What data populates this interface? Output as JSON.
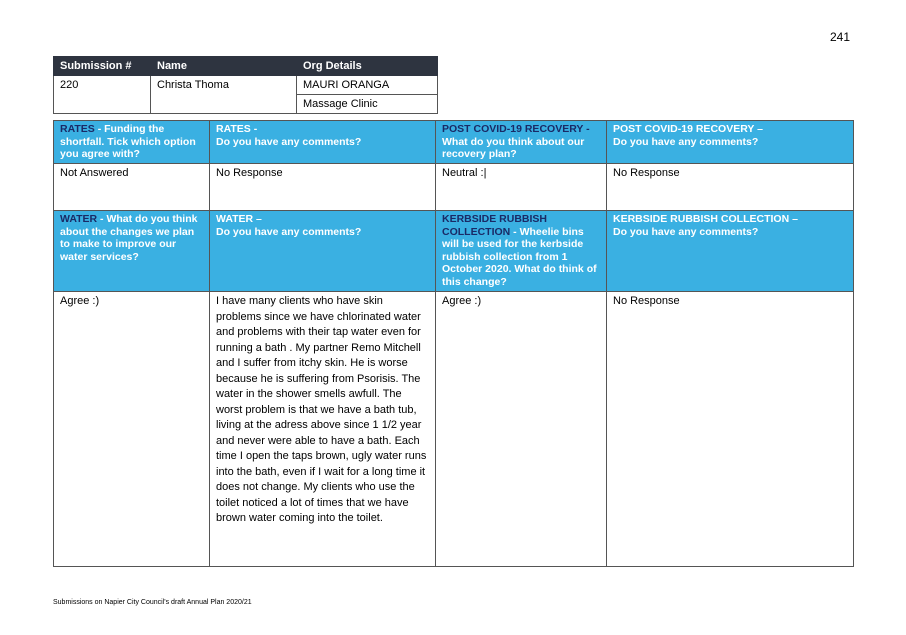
{
  "page_number": "241",
  "submission": {
    "headers": [
      "Submission #",
      "Name",
      "Org Details"
    ],
    "number": "220",
    "name": "Christa Thoma",
    "org_line1": "MAURI ORANGA",
    "org_line2": "Massage Clinic"
  },
  "questions": {
    "rates_fund_title": "RATES",
    "rates_fund_text": " - Funding the shortfall. Tick which option you agree with?",
    "rates_comment_title": "RATES -",
    "rates_comment_text": "Do you have any comments?",
    "covid_plan_title": "POST COVID-19 RECOVERY -",
    "covid_plan_text": "What do you think about our recovery plan?",
    "covid_comment_title": "POST COVID-19 RECOVERY –",
    "covid_comment_text": "Do you have any comments?",
    "water_plan_title": "WATER",
    "water_plan_text": " - What do you think about the changes we plan to make to improve our water services?",
    "water_comment_title": "WATER –",
    "water_comment_text": "Do you have any comments?",
    "kerb_plan_title": "KERBSIDE RUBBISH COLLECTION",
    "kerb_plan_text": " - Wheelie bins will be used for the kerbside rubbish collection from 1 October 2020. What do think of this change?",
    "kerb_comment_title": "KERBSIDE RUBBISH COLLECTION –",
    "kerb_comment_text": "Do you have any comments?"
  },
  "answers": {
    "rates_fund": "Not Answered",
    "rates_comment": "No Response",
    "covid_plan": "Neutral :|",
    "covid_comment": "No Response",
    "water_plan": "Agree :)",
    "water_comment": "I have many clients who have skin problems since we have chlorinated water and problems with their tap water even for running a bath . My partner Remo Mitchell and I suffer from itchy skin. He is worse because he is suffering from Psorisis.  The water in the shower smells awfull. The worst problem is that we have a bath tub, living at the adress above since 1 1/2 year and never were able to have a bath. Each time I open the taps brown, ugly water runs into the bath, even if I wait for a long time it does not change. My clients who use the toilet noticed a lot of times that we have brown water coming into the toilet.",
    "kerb_plan": "Agree :)",
    "kerb_comment": "No Response"
  },
  "footer": "Submissions on Napier City Council's draft Annual Plan 2020/21",
  "colors": {
    "header_dark": "#2e3440",
    "header_blue": "#3ab0e2",
    "title_navy": "#1a2a66"
  }
}
